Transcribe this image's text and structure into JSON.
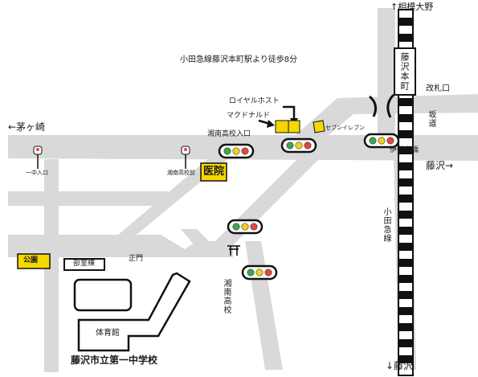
{
  "map": {
    "header": "小田急線藤沢本町駅より徒歩8分",
    "school_name": "藤沢市立第一中学校",
    "directions": {
      "north": "↑相模大野",
      "west": "←茅ヶ崎",
      "east": "藤沢→",
      "south": "↓藤沢"
    },
    "station_name": "藤沢本町",
    "gate_label": "改札口",
    "slope_label": "坂道",
    "railway_label": "小田急線",
    "bridge_label": "伊勢山橋",
    "landmarks": {
      "royal_host": "ロイヤルホスト",
      "mcdonalds": "マクドナルド",
      "seven_eleven": "セブンイレブン",
      "hospital": "医院",
      "park": "公園",
      "club_building": "部室棟",
      "main_gate": "正門",
      "gymnasium": "体育館"
    },
    "intersections": {
      "shonan_entrance": "湘南高校入口",
      "ichuu_iriguchi": "一中入口",
      "shonan_mae": "湘南高校前"
    },
    "road_label": "湘南高校",
    "colors": {
      "road": "#d9d9d9",
      "landmark_yellow": "#f5d800",
      "signal_red": "#e8463a",
      "signal_yellow": "#f2d21a",
      "signal_green": "#3aa84a",
      "rail_black": "#111111"
    }
  }
}
